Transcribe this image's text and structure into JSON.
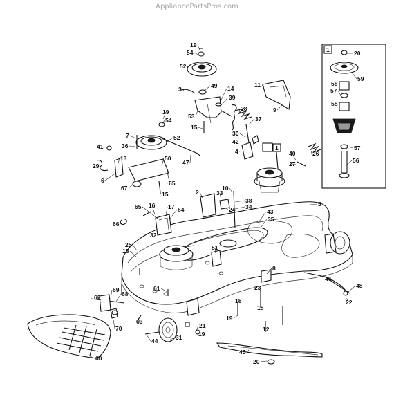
{
  "watermark": "AppliancePartsPros.com",
  "inset_label": "1",
  "callout_box_label": "1",
  "part_labels": {
    "p19a": "19",
    "p54a": "54",
    "p52a": "52",
    "p3": "3",
    "p49": "49",
    "p14": "14",
    "p39": "39",
    "p53": "53",
    "p15a": "15",
    "p28": "28",
    "p11": "11",
    "p9": "9",
    "p19b": "19",
    "p54b": "54",
    "p7": "7",
    "p36": "36",
    "p52b": "52",
    "p41": "41",
    "p13": "13",
    "p29": "29",
    "p50": "50",
    "p47": "47",
    "p6": "6",
    "p55": "55",
    "p67": "67",
    "p15b": "15",
    "p37": "37",
    "p30": "30",
    "p42": "42",
    "p4": "4",
    "p40": "40",
    "p26": "26",
    "p27": "27",
    "p10": "10",
    "p33": "33",
    "p2": "2",
    "p38": "38",
    "p24": "24",
    "p34": "34",
    "p43": "43",
    "p35": "35",
    "p5": "5",
    "p65": "65",
    "p16": "16",
    "p17": "17",
    "p64": "64",
    "p66": "66",
    "p32": "32",
    "p25": "25",
    "p18a": "18",
    "p51": "51",
    "p8": "8",
    "p61": "61",
    "p23": "23",
    "p46": "46",
    "p48": "48",
    "p22": "22",
    "p69": "69",
    "p62": "62",
    "p68": "68",
    "p70": "70",
    "p63": "63",
    "p18b": "18",
    "p18c": "18",
    "p19c": "19",
    "p21": "21",
    "p19d": "19",
    "p31": "31",
    "p44": "44",
    "p12": "12",
    "p45": "45",
    "p20a": "20",
    "p60": "60",
    "p20b": "20",
    "p59": "59",
    "p58a": "58",
    "p57a": "57",
    "p58b": "58",
    "p57b": "57",
    "p56": "56"
  }
}
